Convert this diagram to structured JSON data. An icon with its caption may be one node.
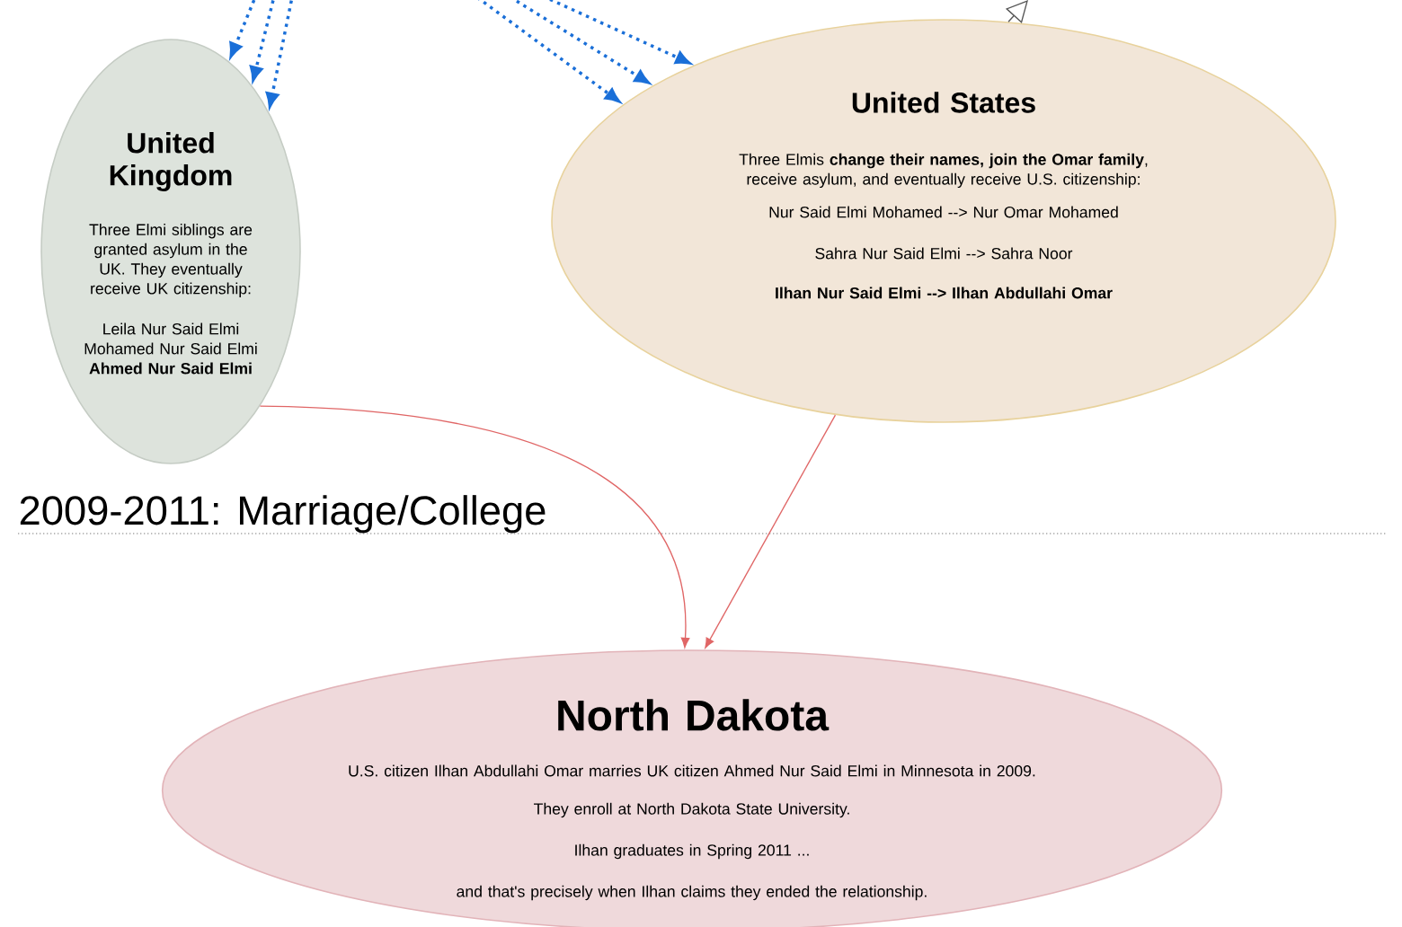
{
  "diagram": {
    "nodes": [
      {
        "text": [
          "United Kingdom",
          "Three Elmi siblings are granted asylum in the UK. They eventually receive UK citizenship:",
          "Leila Nur Said Elmi",
          "Mohamed Nur Said Elmi",
          "**Ahmed Nur Said Elmi**"
        ]
      },
      {
        "text": [
          "United States",
          "Three Elmis **change their names, join the Omar family**, receive asylum, and eventually receive U.S. citizenship:",
          "Nur Said Elmi Mohamed  -->  Nur Omar Mohamed",
          "Sahra Nur Said Elmi  -->  Sahra Noor",
          "**Ilhan Nur Said Elmi  -->  Ilhan Abdullahi Omar**"
        ]
      },
      {
        "text": [
          "North Dakota",
          "U.S. citizen Ilhan Abdullahi Omar marries UK citizen Ahmed Nur Said Elmi in Minnesota in 2009.",
          "They enroll at North Dakota State University.",
          "Ilhan graduates in Spring 2011 ...",
          "and that's precisely when Ilhan claims they ended the relationship."
        ]
      }
    ],
    "edges": [
      {
        "from": null,
        "to": 0,
        "arrow": "to",
        "style": "dashed"
      },
      {
        "from": null,
        "to": 0,
        "arrow": "to",
        "style": "dashed"
      },
      {
        "from": null,
        "to": 0,
        "arrow": "to",
        "style": "dashed"
      },
      {
        "from": null,
        "to": 1,
        "arrow": "to",
        "style": "dashed"
      },
      {
        "from": null,
        "to": 1,
        "arrow": "to",
        "style": "dashed"
      },
      {
        "from": null,
        "to": 1,
        "arrow": "to",
        "style": "dashed"
      },
      {
        "from": 1,
        "to": null,
        "arrow": "to",
        "color": "#555555"
      },
      {
        "from": 0,
        "to": 2,
        "arrow": "to",
        "color": "#e06666"
      },
      {
        "from": 1,
        "to": 2,
        "arrow": "to",
        "color": "#e06666"
      }
    ],
    "labels": [
      "2009-2011: Marriage/College"
    ]
  }
}
